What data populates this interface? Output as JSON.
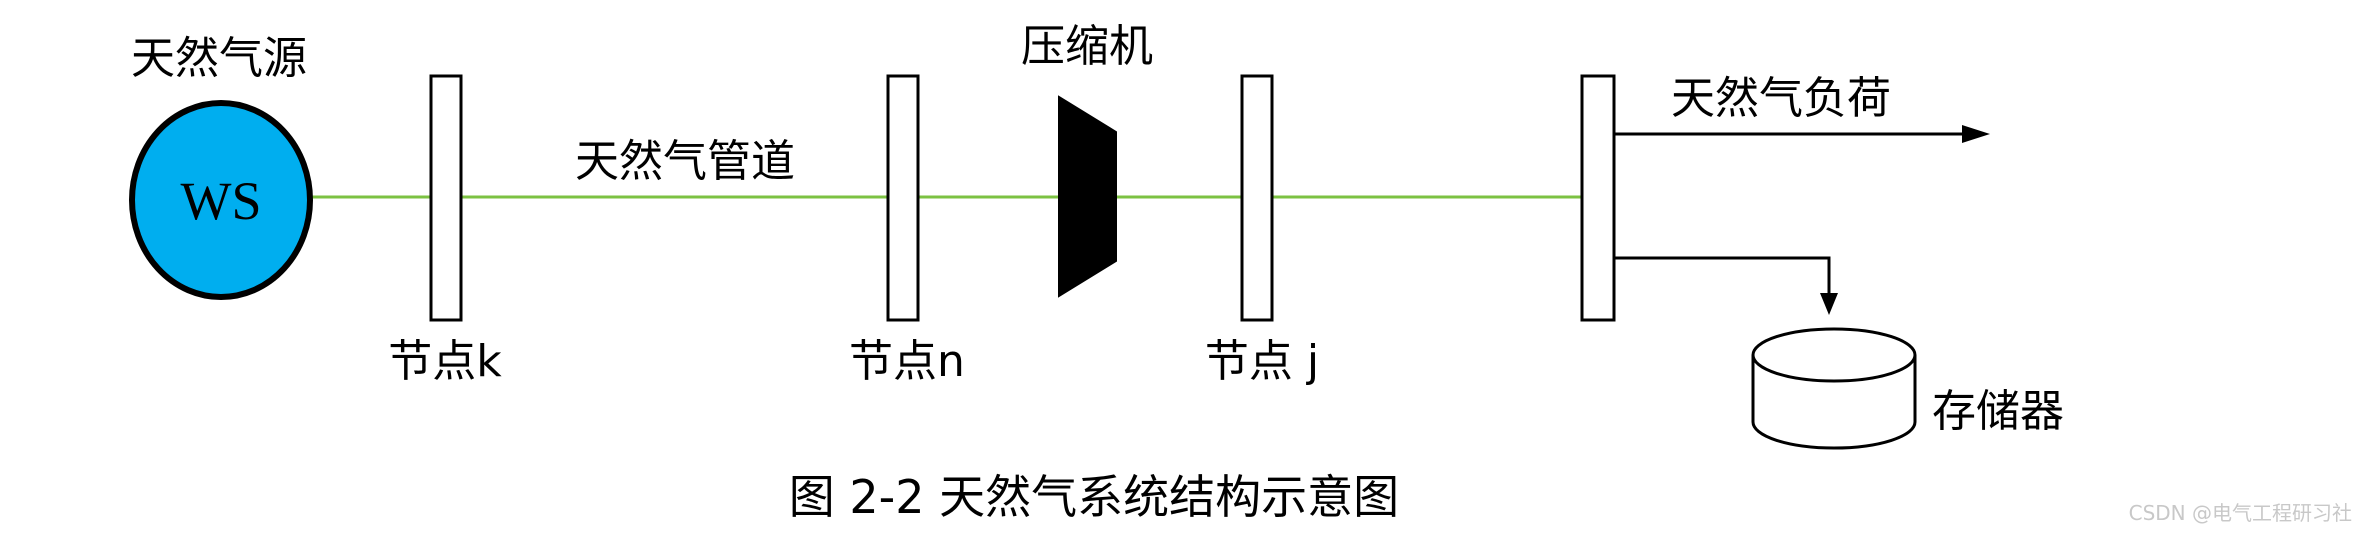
{
  "labels": {
    "source": "天然气源",
    "source_id": "WS",
    "pipeline": "天然气管道",
    "compressor": "压缩机",
    "load": "天然气负荷",
    "storage": "存储器",
    "node_k": "节点k",
    "node_n": "节点n",
    "node_j": "节点 j"
  },
  "caption": "图 2-2  天然气系统结构示意图",
  "watermark": "CSDN @电气工程研习社",
  "colors": {
    "source_fill": "#00AEEF",
    "pipeline": "#7CC242",
    "stroke": "#000000"
  }
}
